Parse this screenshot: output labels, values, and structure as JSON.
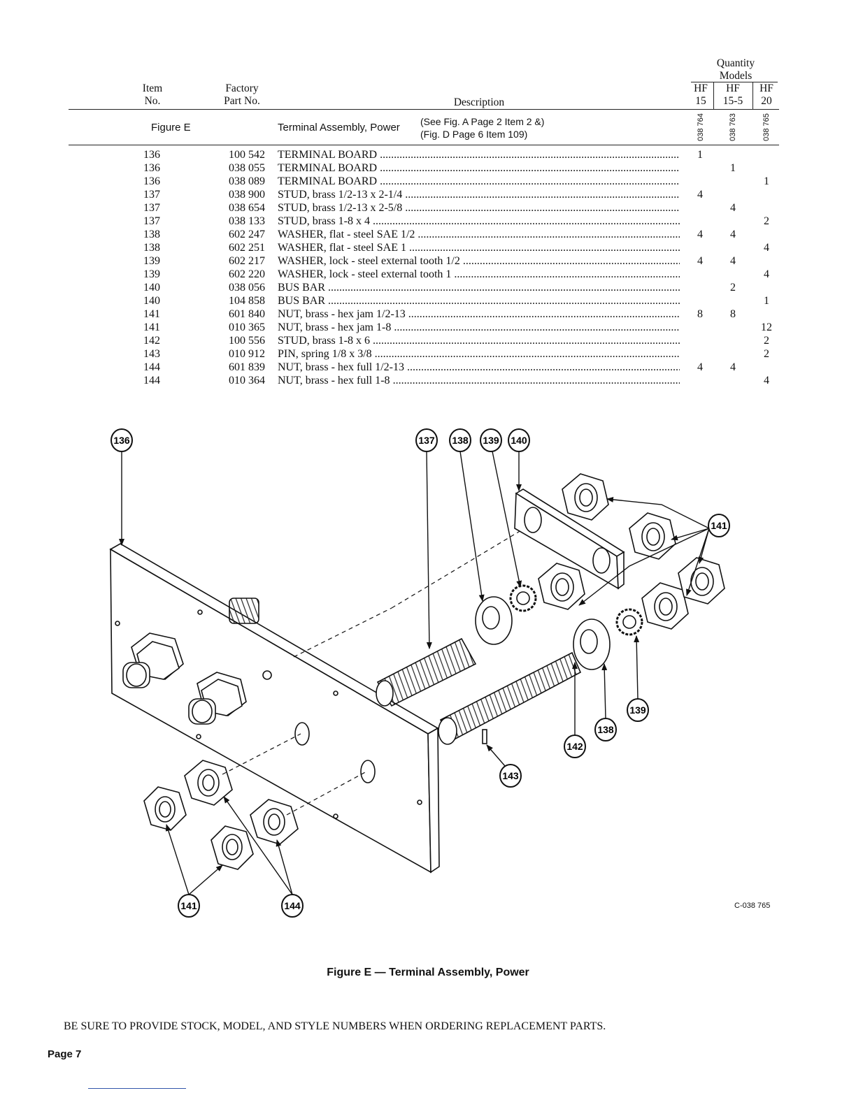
{
  "header": {
    "quantity": "Quantity",
    "models": "Models",
    "item_no_1": "Item",
    "item_no_2": "No.",
    "factory_1": "Factory",
    "factory_2": "Part No.",
    "description": "Description",
    "model_cols": [
      {
        "line1": "HF",
        "line2": "15",
        "stock": "038 764"
      },
      {
        "line1": "HF",
        "line2": "15-5",
        "stock": "038 763"
      },
      {
        "line1": "HF",
        "line2": "20",
        "stock": "038 765"
      }
    ]
  },
  "figure_row": {
    "label": "Figure E",
    "title": "Terminal Assembly, Power",
    "ref1": "(See Fig. A Page 2 Item 2 &)",
    "ref2": "(Fig. D Page 6 Item 109)"
  },
  "parts": [
    {
      "item": "136",
      "part": "100 542",
      "desc": "TERMINAL BOARD",
      "q1": "1",
      "q2": "",
      "q3": ""
    },
    {
      "item": "136",
      "part": "038 055",
      "desc": "TERMINAL BOARD",
      "q1": "",
      "q2": "1",
      "q3": ""
    },
    {
      "item": "136",
      "part": "038 089",
      "desc": "TERMINAL BOARD",
      "q1": "",
      "q2": "",
      "q3": "1"
    },
    {
      "item": "137",
      "part": "038 900",
      "desc": "STUD, brass 1/2-13 x 2-1/4",
      "q1": "4",
      "q2": "",
      "q3": ""
    },
    {
      "item": "137",
      "part": "038 654",
      "desc": "STUD, brass 1/2-13 x 2-5/8",
      "q1": "",
      "q2": "4",
      "q3": ""
    },
    {
      "item": "137",
      "part": "038 133",
      "desc": "STUD, brass 1-8 x 4",
      "q1": "",
      "q2": "",
      "q3": "2"
    },
    {
      "item": "138",
      "part": "602 247",
      "desc": "WASHER, flat - steel SAE 1/2",
      "q1": "4",
      "q2": "4",
      "q3": ""
    },
    {
      "item": "138",
      "part": "602 251",
      "desc": "WASHER, flat - steel SAE 1",
      "q1": "",
      "q2": "",
      "q3": "4"
    },
    {
      "item": "139",
      "part": "602 217",
      "desc": "WASHER, lock - steel external tooth 1/2",
      "q1": "4",
      "q2": "4",
      "q3": ""
    },
    {
      "item": "139",
      "part": "602 220",
      "desc": "WASHER, lock - steel external tooth 1",
      "q1": "",
      "q2": "",
      "q3": "4"
    },
    {
      "item": "140",
      "part": "038 056",
      "desc": "BUS BAR",
      "q1": "",
      "q2": "2",
      "q3": ""
    },
    {
      "item": "140",
      "part": "104 858",
      "desc": "BUS BAR",
      "q1": "",
      "q2": "",
      "q3": "1"
    },
    {
      "item": "141",
      "part": "601 840",
      "desc": "NUT, brass - hex jam 1/2-13",
      "q1": "8",
      "q2": "8",
      "q3": ""
    },
    {
      "item": "141",
      "part": "010 365",
      "desc": "NUT, brass - hex jam 1-8",
      "q1": "",
      "q2": "",
      "q3": "12"
    },
    {
      "item": "142",
      "part": "100 556",
      "desc": "STUD, brass 1-8 x 6",
      "q1": "",
      "q2": "",
      "q3": "2"
    },
    {
      "item": "143",
      "part": "010 912",
      "desc": "PIN, spring 1/8 x 3/8",
      "q1": "",
      "q2": "",
      "q3": "2"
    },
    {
      "item": "144",
      "part": "601 839",
      "desc": "NUT, brass - hex full 1/2-13",
      "q1": "4",
      "q2": "4",
      "q3": ""
    },
    {
      "item": "144",
      "part": "010 364",
      "desc": "NUT, brass - hex full 1-8",
      "q1": "",
      "q2": "",
      "q3": "4"
    }
  ],
  "callouts": {
    "c136": "136",
    "c137": "137",
    "c138a": "138",
    "c139a": "139",
    "c140": "140",
    "c141a": "141",
    "c141b": "141",
    "c142": "142",
    "c138b": "138",
    "c139b": "139",
    "c143": "143",
    "c144": "144"
  },
  "drawing_number": "C-038 765",
  "figure_caption": "Figure E — Terminal Assembly, Power",
  "ordering_note": "BE SURE TO PROVIDE STOCK, MODEL, AND STYLE NUMBERS WHEN ORDERING REPLACEMENT PARTS.",
  "page_number": "Page 7"
}
